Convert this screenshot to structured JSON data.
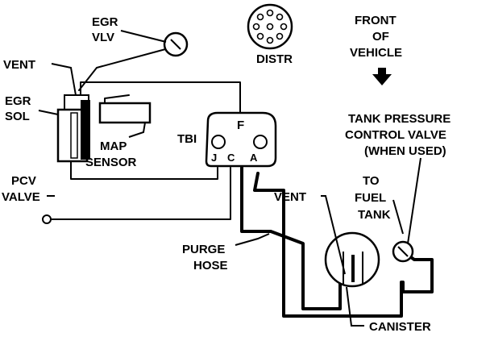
{
  "labels": {
    "egr_vlv_line1": "EGR",
    "egr_vlv_line2": "VLV",
    "distr": "DISTR",
    "front_line1": "FRONT",
    "front_line2": "OF",
    "front_line3": "VEHICLE",
    "vent_left": "VENT",
    "egr_sol_line1": "EGR",
    "egr_sol_line2": "SOL",
    "map_line1": "MAP",
    "map_line2": "SENSOR",
    "tbi": "TBI",
    "port_f": "F",
    "port_j": "J",
    "port_c": "C",
    "port_a": "A",
    "tank_valve_line1": "TANK PRESSURE",
    "tank_valve_line2": "CONTROL VALVE",
    "tank_valve_line3": "(WHEN USED)",
    "pcv_line1": "PCV",
    "pcv_line2": "VALVE",
    "vent_canister": "VENT",
    "to_fuel_line1": "TO",
    "to_fuel_line2": "FUEL",
    "to_fuel_line3": "TANK",
    "purge_line1": "PURGE",
    "purge_line2": "HOSE",
    "canister": "CANISTER"
  },
  "icons": {
    "front_arrow": "down-arrow-icon",
    "distributor": "distributor-cap-icon"
  }
}
